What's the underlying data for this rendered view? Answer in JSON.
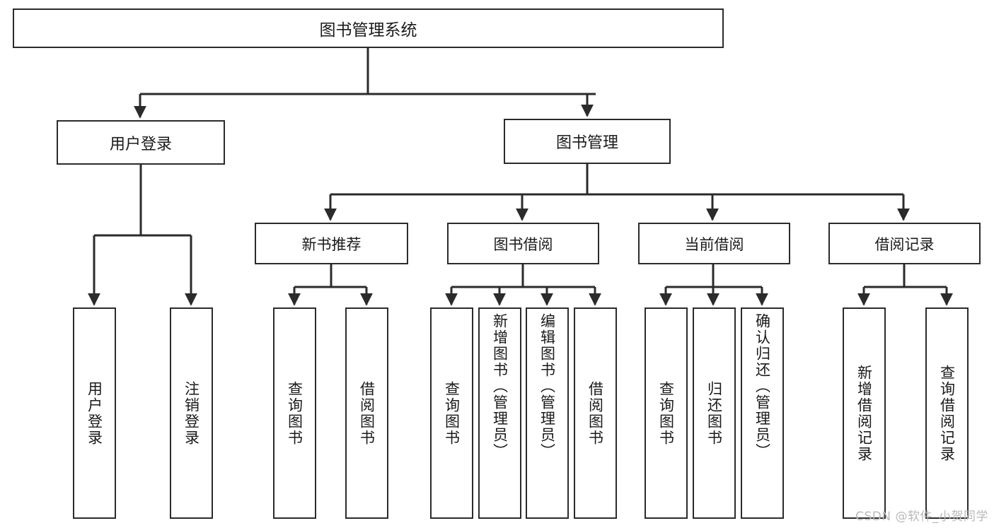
{
  "diagram": {
    "type": "tree-hierarchy-chart",
    "title": "图书管理系统",
    "stroke_color": "#2b2b2b",
    "fill_color": "#ffffff",
    "text_color": "#1a1a1a"
  },
  "root": {
    "label": "图书管理系统"
  },
  "level2": [
    {
      "label": "用户登录"
    },
    {
      "label": "图书管理"
    }
  ],
  "level3": [
    {
      "label": "新书推荐"
    },
    {
      "label": "图书借阅"
    },
    {
      "label": "当前借阅"
    },
    {
      "label": "借阅记录"
    }
  ],
  "leaves": {
    "user_login": [
      {
        "label": "用户登录"
      },
      {
        "label": "注销登录"
      }
    ],
    "new_book": [
      {
        "label": "查询图书"
      },
      {
        "label": "借阅图书"
      }
    ],
    "book_borrow": [
      {
        "label": "查询图书"
      },
      {
        "label": "新增图书（管理员）"
      },
      {
        "label": "编辑图书（管理员）"
      },
      {
        "label": "借阅图书"
      }
    ],
    "current_borrow": [
      {
        "label": "查询图书"
      },
      {
        "label": "归还图书"
      },
      {
        "label": "确认归还（管理员）"
      }
    ],
    "borrow_record": [
      {
        "label": "新增借阅记录"
      },
      {
        "label": "查询借阅记录"
      }
    ]
  },
  "watermark": {
    "text": "CSDN @软件_小贺同学"
  }
}
